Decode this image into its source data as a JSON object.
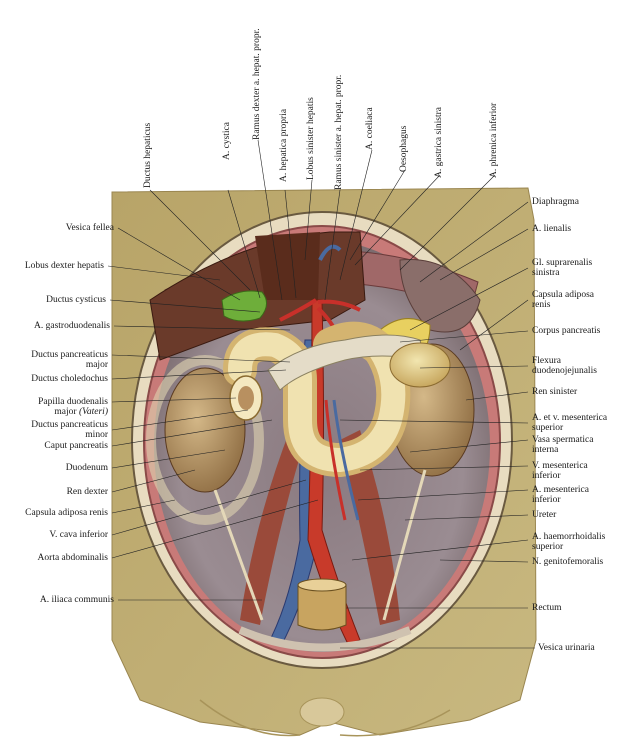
{
  "labels": {
    "top": [
      {
        "id": "ductus-hepaticus",
        "text": "Ductus hepaticus"
      },
      {
        "id": "a-cystica",
        "text": "A. cystica"
      },
      {
        "id": "ramus-dexter",
        "text": "Ramus dexter a. hepat. propr."
      },
      {
        "id": "a-hepatica-propria",
        "text": "A. hepatica propria"
      },
      {
        "id": "lobus-sinister",
        "text": "Lobus sinister hepatis"
      },
      {
        "id": "ramus-sinister",
        "text": "Ramus sinister a. hepat. propr."
      },
      {
        "id": "a-coeliaca",
        "text": "A. coeliaca"
      },
      {
        "id": "oesophagus",
        "text": "Oesophagus"
      },
      {
        "id": "a-gastrica-sinistra",
        "text": "A. gastrica sinistra"
      },
      {
        "id": "a-phrenica-inferior",
        "text": "A. phrenica inferior"
      }
    ],
    "left": [
      {
        "id": "vesica-fellea",
        "text": "Vesica fellea"
      },
      {
        "id": "lobus-dexter",
        "text": "Lobus dexter hepatis"
      },
      {
        "id": "ductus-cysticus",
        "text": "Ductus cysticus"
      },
      {
        "id": "a-gastroduodenalis",
        "text": "A. gastroduodenalis"
      },
      {
        "id": "ductus-pancreaticus-major",
        "line1": "Ductus pancreaticus",
        "line2": "major"
      },
      {
        "id": "ductus-choledochus",
        "text": "Ductus choledochus"
      },
      {
        "id": "papilla",
        "line1": "Papilla duodenalis",
        "line2a": "major ",
        "line2b": "(Vateri)"
      },
      {
        "id": "ductus-pancreaticus-minor",
        "line1": "Ductus pancreaticus",
        "line2": "minor"
      },
      {
        "id": "caput-pancreatis",
        "text": "Caput pancreatis"
      },
      {
        "id": "duodenum",
        "text": "Duodenum"
      },
      {
        "id": "ren-dexter",
        "text": "Ren dexter"
      },
      {
        "id": "capsula-adiposa-renis-l",
        "text": "Capsula adiposa renis"
      },
      {
        "id": "v-cava-inferior",
        "text": "V. cava inferior"
      },
      {
        "id": "aorta-abdominalis",
        "text": "Aorta abdominalis"
      },
      {
        "id": "a-iliaca-communis",
        "text": "A. iliaca communis"
      }
    ],
    "right": [
      {
        "id": "diaphragma",
        "text": "Diaphragma"
      },
      {
        "id": "a-lienalis",
        "text": "A. lienalis"
      },
      {
        "id": "gl-suprarenalis",
        "line1": "Gl. suprarenalis",
        "line2": "sinistra"
      },
      {
        "id": "capsula-adiposa-renis-r",
        "line1": "Capsula adiposa",
        "line2": "renis"
      },
      {
        "id": "corpus-pancreatis",
        "text": "Corpus pancreatis"
      },
      {
        "id": "flexura",
        "line1": "Flexura",
        "line2": "duodenojejunalis"
      },
      {
        "id": "ren-sinister",
        "text": "Ren sinister"
      },
      {
        "id": "a-et-v-mesenterica",
        "line1": "A. et v. mesenterica",
        "line2": "superior"
      },
      {
        "id": "vasa-spermatica",
        "line1": "Vasa spermatica",
        "line2": "interna"
      },
      {
        "id": "v-mesenterica-inferior",
        "line1": "V. mesenterica",
        "line2": "inferior"
      },
      {
        "id": "a-mesenterica-inferior",
        "line1": "A. mesenterica",
        "line2": "inferior"
      },
      {
        "id": "ureter",
        "text": "Ureter"
      },
      {
        "id": "a-haemorrhoidalis",
        "line1": "A. haemorrhoidalis",
        "line2": "superior"
      },
      {
        "id": "n-genitofemoralis",
        "text": "N. genitofemoralis"
      },
      {
        "id": "rectum",
        "text": "Rectum"
      },
      {
        "id": "vesica-urinaria",
        "text": "Vesica urinaria"
      }
    ]
  }
}
